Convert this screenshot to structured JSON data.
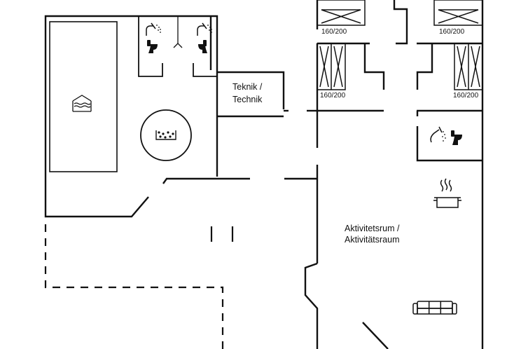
{
  "plan": {
    "title": "",
    "colors": {
      "wall": "#111111",
      "background": "#ffffff"
    },
    "rooms": {
      "technik": {
        "line1": "Teknik /",
        "line2": "Technik"
      },
      "aktivitet": {
        "line1": "Aktivitetsrum /",
        "line2": "Aktivitätsraum"
      }
    },
    "beds": [
      {
        "size": "160/200"
      },
      {
        "size": "160/200"
      },
      {
        "size": "160/200"
      },
      {
        "size": "160/200"
      }
    ],
    "icons": [
      "pool-icon",
      "whirlpool-icon",
      "shower-icon",
      "toilet-icon",
      "cooking-pot-icon",
      "sofa-icon"
    ]
  }
}
